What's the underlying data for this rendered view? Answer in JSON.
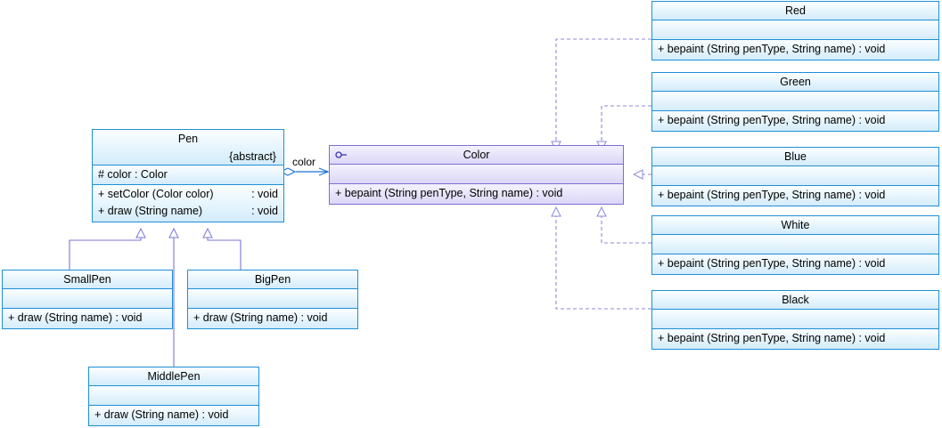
{
  "diagram": {
    "title": "Pen and Color UML class diagram",
    "colors": {
      "class_border": "#1f8fd6",
      "class_fill_top": "#fbfeff",
      "class_fill_bottom": "#d3ecfb",
      "interface_border": "#7c6fd4",
      "interface_fill_top": "#f4f2fd",
      "interface_fill_bottom": "#dcd6f7",
      "generalization_line": "#7b77d6",
      "realization_line": "#8e8ad9",
      "association_line": "#1f6fd6"
    }
  },
  "classes": {
    "pen": {
      "name": "Pen",
      "stereotype": "{abstract}",
      "attributes": [
        {
          "sig": "# color : Color",
          "ret": ""
        }
      ],
      "operations": [
        {
          "sig": "+ setColor (Color color)",
          "ret": ": void"
        },
        {
          "sig": "+ draw (String name)",
          "ret": ": void"
        }
      ]
    },
    "smallpen": {
      "name": "SmallPen",
      "attributes": [],
      "operations": [
        {
          "sig": "+ draw (String name) : void",
          "ret": ""
        }
      ]
    },
    "bigpen": {
      "name": "BigPen",
      "attributes": [],
      "operations": [
        {
          "sig": "+ draw (String name) : void",
          "ret": ""
        }
      ]
    },
    "middlepen": {
      "name": "MiddlePen",
      "attributes": [],
      "operations": [
        {
          "sig": "+ draw (String name) : void",
          "ret": ""
        }
      ]
    },
    "color": {
      "name": "Color",
      "icon": "interface-lollipop-icon",
      "attributes": [],
      "operations": [
        {
          "sig": "+ bepaint (String penType, String name) : void",
          "ret": ""
        }
      ]
    },
    "red": {
      "name": "Red",
      "attributes": [],
      "operations": [
        {
          "sig": "+ bepaint (String penType, String name) : void",
          "ret": ""
        }
      ]
    },
    "green": {
      "name": "Green",
      "attributes": [],
      "operations": [
        {
          "sig": "+ bepaint (String penType, String name) : void",
          "ret": ""
        }
      ]
    },
    "blue": {
      "name": "Blue",
      "attributes": [],
      "operations": [
        {
          "sig": "+ bepaint (String penType, String name) : void",
          "ret": ""
        }
      ]
    },
    "white": {
      "name": "White",
      "attributes": [],
      "operations": [
        {
          "sig": "+ bepaint (String penType, String name) : void",
          "ret": ""
        }
      ]
    },
    "black": {
      "name": "Black",
      "attributes": [],
      "operations": [
        {
          "sig": "+ bepaint (String penType, String name) : void",
          "ret": ""
        }
      ]
    }
  },
  "relationships": {
    "association_pen_color": {
      "label": "color",
      "kind": "aggregation",
      "from": "Pen",
      "to": "Color"
    },
    "generalizations": [
      {
        "from": "SmallPen",
        "to": "Pen"
      },
      {
        "from": "MiddlePen",
        "to": "Pen"
      },
      {
        "from": "BigPen",
        "to": "Pen"
      }
    ],
    "realizations": [
      {
        "from": "Red",
        "to": "Color"
      },
      {
        "from": "Green",
        "to": "Color"
      },
      {
        "from": "Blue",
        "to": "Color"
      },
      {
        "from": "White",
        "to": "Color"
      },
      {
        "from": "Black",
        "to": "Color"
      }
    ]
  }
}
